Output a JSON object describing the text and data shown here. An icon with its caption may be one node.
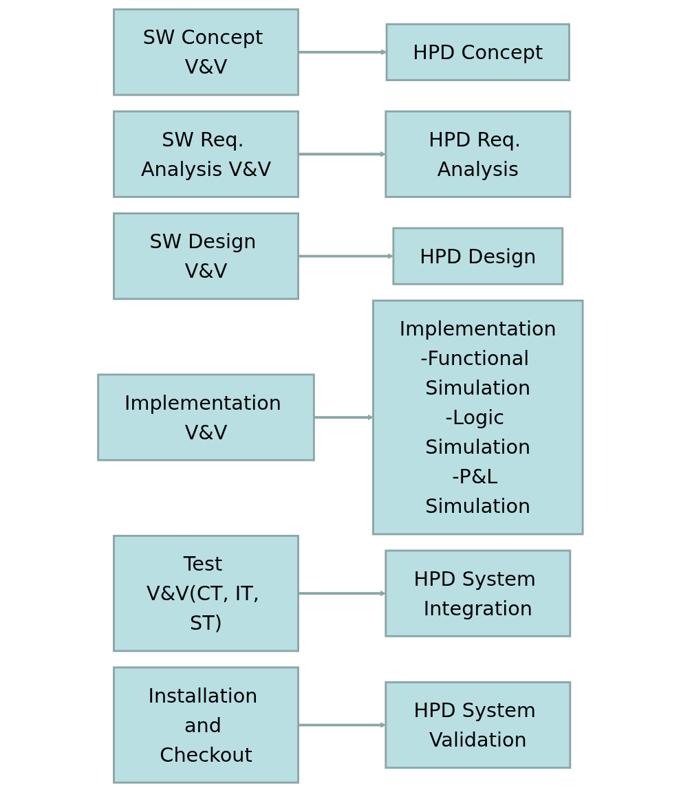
{
  "diagram": {
    "nodes": [
      {
        "text": [
          "SW Concept V&V"
        ]
      },
      {
        "text": [
          "HPD Concept"
        ]
      },
      {
        "text": [
          "SW Req. Analysis V&V"
        ]
      },
      {
        "text": [
          "HPD Req. Analysis"
        ]
      },
      {
        "text": [
          "SW Design V&V"
        ]
      },
      {
        "text": [
          "HPD Design"
        ]
      },
      {
        "text": [
          "Implementation V&V"
        ]
      },
      {
        "text": [
          "Implementation",
          "-Functional Simulation",
          "-Logic Simulation",
          "-P&L Simulation"
        ]
      },
      {
        "text": [
          "Test V&V(CT, IT, ST)"
        ]
      },
      {
        "text": [
          "HPD System Integration"
        ]
      },
      {
        "text": [
          "Installation and Checkout"
        ]
      },
      {
        "text": [
          "HPD System Validation"
        ]
      }
    ],
    "edges": [
      {
        "from": 0,
        "to": 1,
        "arrow": "to"
      },
      {
        "from": 2,
        "to": 3,
        "arrow": "to"
      },
      {
        "from": 4,
        "to": 5,
        "arrow": "to"
      },
      {
        "from": 6,
        "to": 7,
        "arrow": "to"
      },
      {
        "from": 8,
        "to": 9,
        "arrow": "to"
      },
      {
        "from": 10,
        "to": 11,
        "arrow": "to"
      }
    ]
  }
}
